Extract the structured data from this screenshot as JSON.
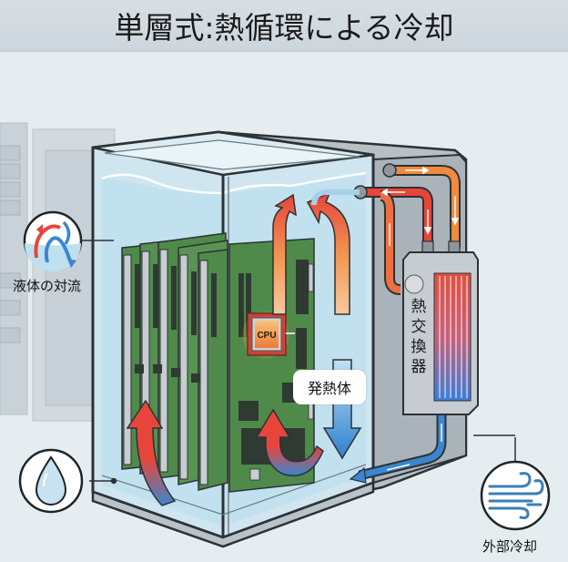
{
  "title": "単層式:熱循環による冷却",
  "labels": {
    "convection": "液体の対流",
    "heat_source": "発熱体",
    "heat_exchanger": [
      "熱",
      "交",
      "換",
      "器"
    ],
    "external_cooling": "外部冷却",
    "cpu": "CPU"
  },
  "icons": {
    "convection": "convection-arrows-icon",
    "liquid": "water-drop-icon",
    "external_cooling": "wind-icon"
  },
  "colors": {
    "hot": "#e8453a",
    "warm": "#f08a3c",
    "cool": "#3a86d0",
    "liquid": "#bfe0ee",
    "board": "#4f8a4a",
    "frame": "#7d868c"
  }
}
